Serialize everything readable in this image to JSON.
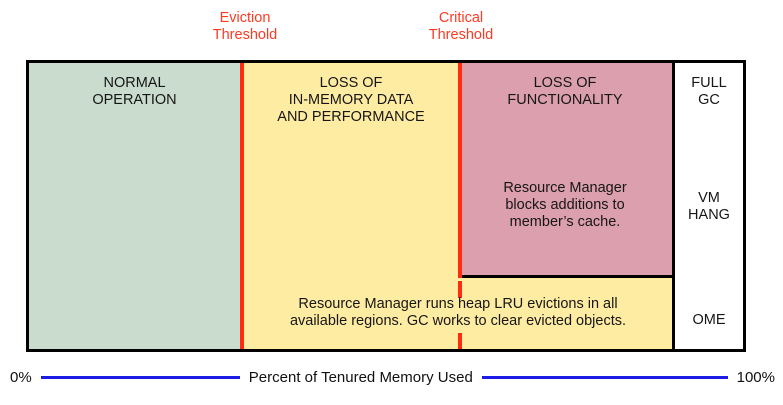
{
  "colors": {
    "normal_zone": "#c9dccd",
    "eviction_zone": "#ffeca3",
    "critical_zone": "#dc9fae",
    "threshold_line": "#ff2c10",
    "threshold_text": "#ff3a22",
    "axis_line": "#1c1ce6",
    "border": "#000000"
  },
  "threshold_labels": {
    "eviction": "Eviction\nThreshold",
    "critical": "Critical\nThreshold"
  },
  "zones": {
    "normal": {
      "title": "NORMAL\nOPERATION"
    },
    "eviction": {
      "title": "LOSS OF\nIN-MEMORY DATA\nAND PERFORMANCE",
      "note": "Resource Manager runs heap LRU evictions in all\navailable regions. GC works to clear evicted objects."
    },
    "critical": {
      "title": "LOSS OF\nFUNCTIONALITY",
      "note": "Resource Manager\nblocks additions to\nmember’s cache."
    },
    "outcomes": {
      "full_gc": "FULL\nGC",
      "vm_hang": "VM\nHANG",
      "ome": "OME"
    }
  },
  "axis": {
    "min": "0%",
    "max": "100%",
    "label": "Percent of Tenured Memory Used"
  }
}
